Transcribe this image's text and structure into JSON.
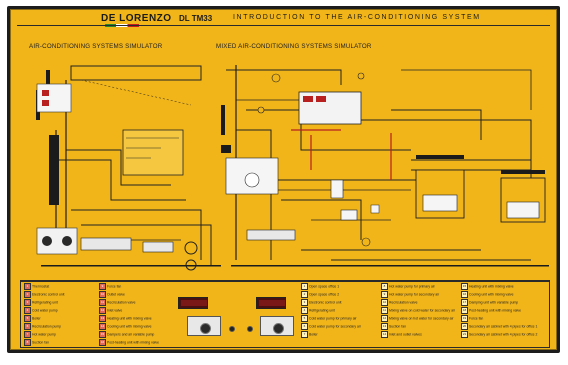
{
  "header": {
    "brand": "DE LORENZO",
    "model": "DL TM33",
    "title": "INTRODUCTION TO THE AIR-CONDITIONING SYSTEM"
  },
  "sections": {
    "left_title": "AIR-CONDITIONING SYSTEMS SIMULATOR",
    "right_title": "MIXED AIR-CONDITIONING SYSTEMS SIMULATOR"
  },
  "legend": {
    "col1": [
      "Thermostat",
      "Electronic control unit",
      "Refrigerating unit",
      "Cold water pump",
      "Boiler",
      "Recirculation pump",
      "Hot water pump",
      "Suction fan"
    ],
    "col2": [
      "Force fan",
      "Outlet valve",
      "Recirculation valve",
      "Inlet valve",
      "Heating unit with mixing valve",
      "Cooling unit with mixing valve",
      "Dampers and air variable pump",
      "Post-heating unit with mixing valve"
    ],
    "col4": [
      "Open space office 1",
      "Open space office 2",
      "Electronic control unit",
      "Refrigerating unit",
      "Cold water pump for primary air",
      "Cold water pump for secondary air",
      "Boiler"
    ],
    "col5": [
      "Hot water pump for primary air",
      "Hot water pump for secondary air",
      "Recirculation valve",
      "Mixing valve on cold water for secondary air",
      "Mixing valve on hot water for secondary air",
      "Suction fan",
      "Inlet and outlet valves"
    ],
    "col6": [
      "Heating unit with mixing valve",
      "Cooling unit with mixing valve",
      "Damping unit with variable pump",
      "Post-heating unit with mixing valve",
      "Force fan",
      "Secondary air cabinet with 4 pipes for office 1",
      "Secondary air cabinet with 4 pipes for office 2"
    ]
  },
  "icons": {
    "power": "power-icon",
    "knob": "rotary-knob-icon"
  }
}
